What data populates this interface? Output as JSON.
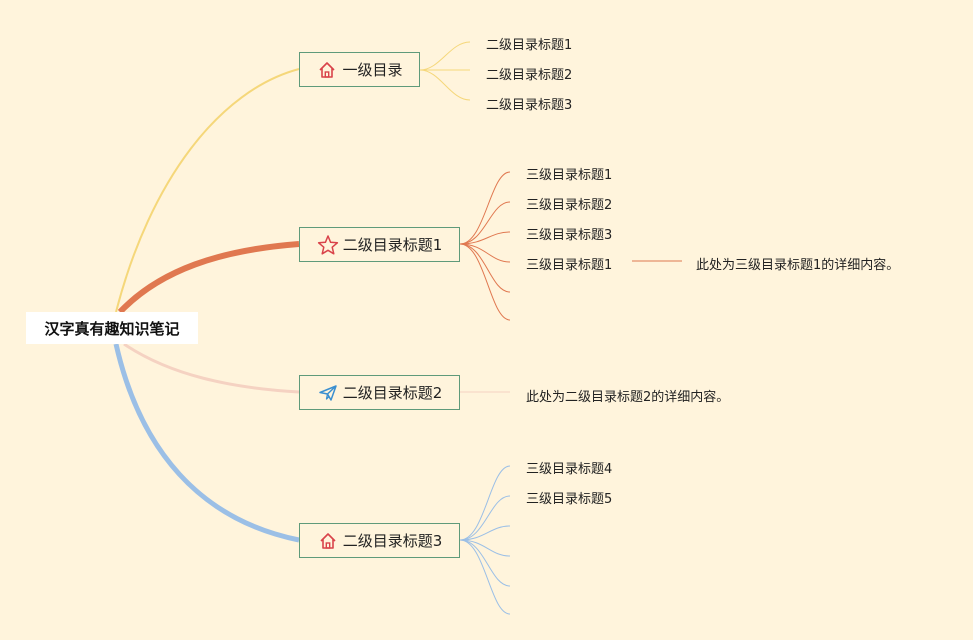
{
  "root": {
    "title": "汉字真有趣知识笔记"
  },
  "branches": [
    {
      "label": "一级目录",
      "icon": "home-icon",
      "color": "#f5d77a",
      "children": [
        "二级目录标题1",
        "二级目录标题2",
        "二级目录标题3"
      ]
    },
    {
      "label": "二级目录标题1",
      "icon": "star-icon",
      "color": "#e07850",
      "children": [
        "三级目录标题1",
        "三级目录标题2",
        "三级目录标题3",
        "三级目录标题1",
        "",
        ""
      ],
      "detail": "此处为三级目录标题1的详细内容。"
    },
    {
      "label": "二级目录标题2",
      "icon": "paper-plane-icon",
      "color": "#f5d2c2",
      "detail": "此处为二级目录标题2的详细内容。"
    },
    {
      "label": "二级目录标题3",
      "icon": "home-icon",
      "color": "#9bbfe6",
      "children": [
        "三级目录标题4",
        "三级目录标题5",
        "",
        "",
        "",
        ""
      ]
    }
  ]
}
